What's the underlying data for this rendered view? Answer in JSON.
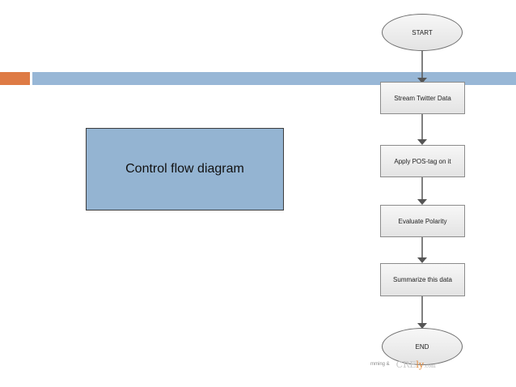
{
  "slide": {
    "title": "Control flow diagram"
  },
  "flowchart": {
    "nodes": [
      {
        "id": "start",
        "shape": "oval",
        "label": "START"
      },
      {
        "id": "stream",
        "shape": "rect",
        "label": "Stream Twitter Data"
      },
      {
        "id": "pos",
        "shape": "rect",
        "label": "Apply POS-tag on it"
      },
      {
        "id": "polarity",
        "shape": "rect",
        "label": "Evaluate Polarity"
      },
      {
        "id": "summarize",
        "shape": "rect",
        "label": "Summarize this data"
      },
      {
        "id": "end",
        "shape": "oval",
        "label": "END"
      }
    ]
  },
  "watermark": {
    "text": "mming & ",
    "logo_main": "CRE",
    "logo_accent": "ly",
    "logo_tld": ".com"
  },
  "colors": {
    "header_accent": "#de7b45",
    "header_band": "#98b7d6",
    "title_box": "#94b4d2",
    "connector": "#555555"
  }
}
